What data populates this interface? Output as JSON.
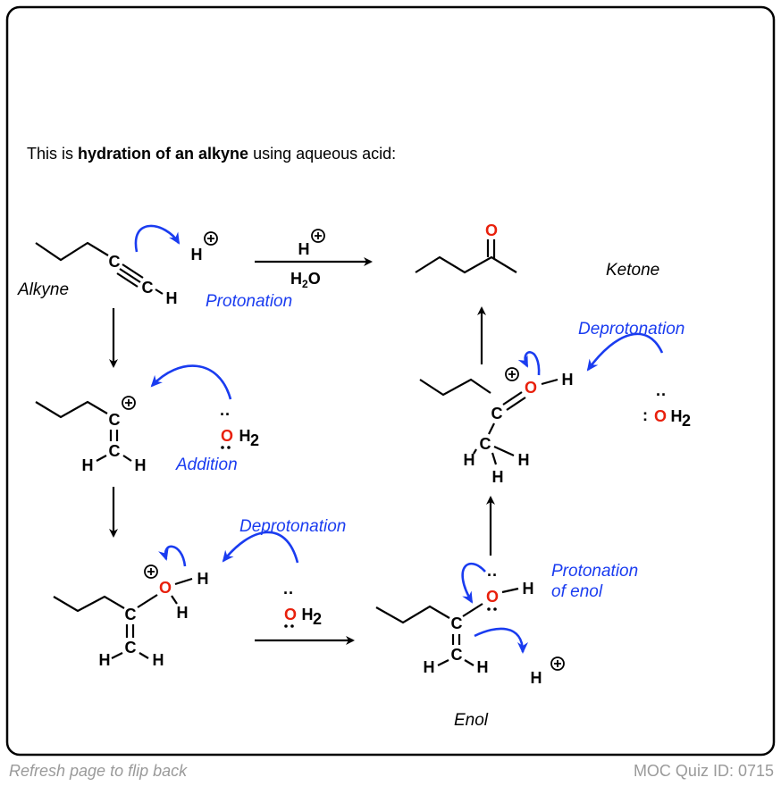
{
  "card": {
    "intro_prefix": "This is ",
    "intro_bold": "hydration of an alkyne",
    "intro_suffix": " using aqueous acid:"
  },
  "labels": {
    "alkyne": "Alkyne",
    "ketone": "Ketone",
    "enol": "Enol",
    "protonation": "Protonation",
    "addition": "Addition",
    "deprotonation_1": "Deprotonation",
    "deprotonation_2": "Deprotonation",
    "protonation_enol_1": "Protonation",
    "protonation_enol_2": "of enol"
  },
  "reagents": {
    "h": "H",
    "h2o_h": "H",
    "h2o_sub": "2",
    "h2o_o": "O"
  },
  "atoms": {
    "C": "C",
    "H": "H",
    "O": "O",
    "H2": "H",
    "sub2": "2",
    "plus": "+",
    "lone_pair": "··",
    "colon": ":"
  },
  "colors": {
    "accent_blue": "#1a3cf0",
    "oxygen_red": "#e8200c"
  },
  "footer": {
    "left": "Refresh page to flip back",
    "right": "MOC Quiz ID: 0715"
  }
}
